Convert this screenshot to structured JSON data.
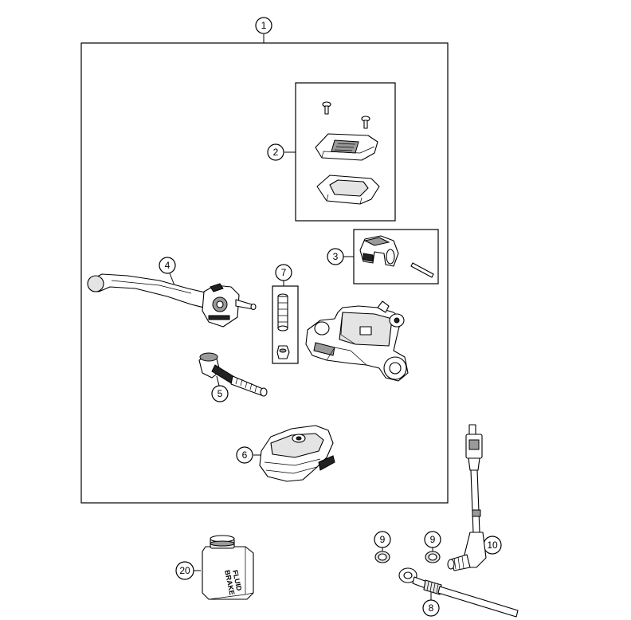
{
  "callouts": {
    "c1": "1",
    "c2": "2",
    "c3": "3",
    "c4": "4",
    "c5": "5",
    "c6": "6",
    "c7": "7",
    "c8": "8",
    "c9a": "9",
    "c9b": "9",
    "c10": "10",
    "c20": "20"
  },
  "bottle": {
    "line1": "BRAKE",
    "line2": "FLUID"
  }
}
